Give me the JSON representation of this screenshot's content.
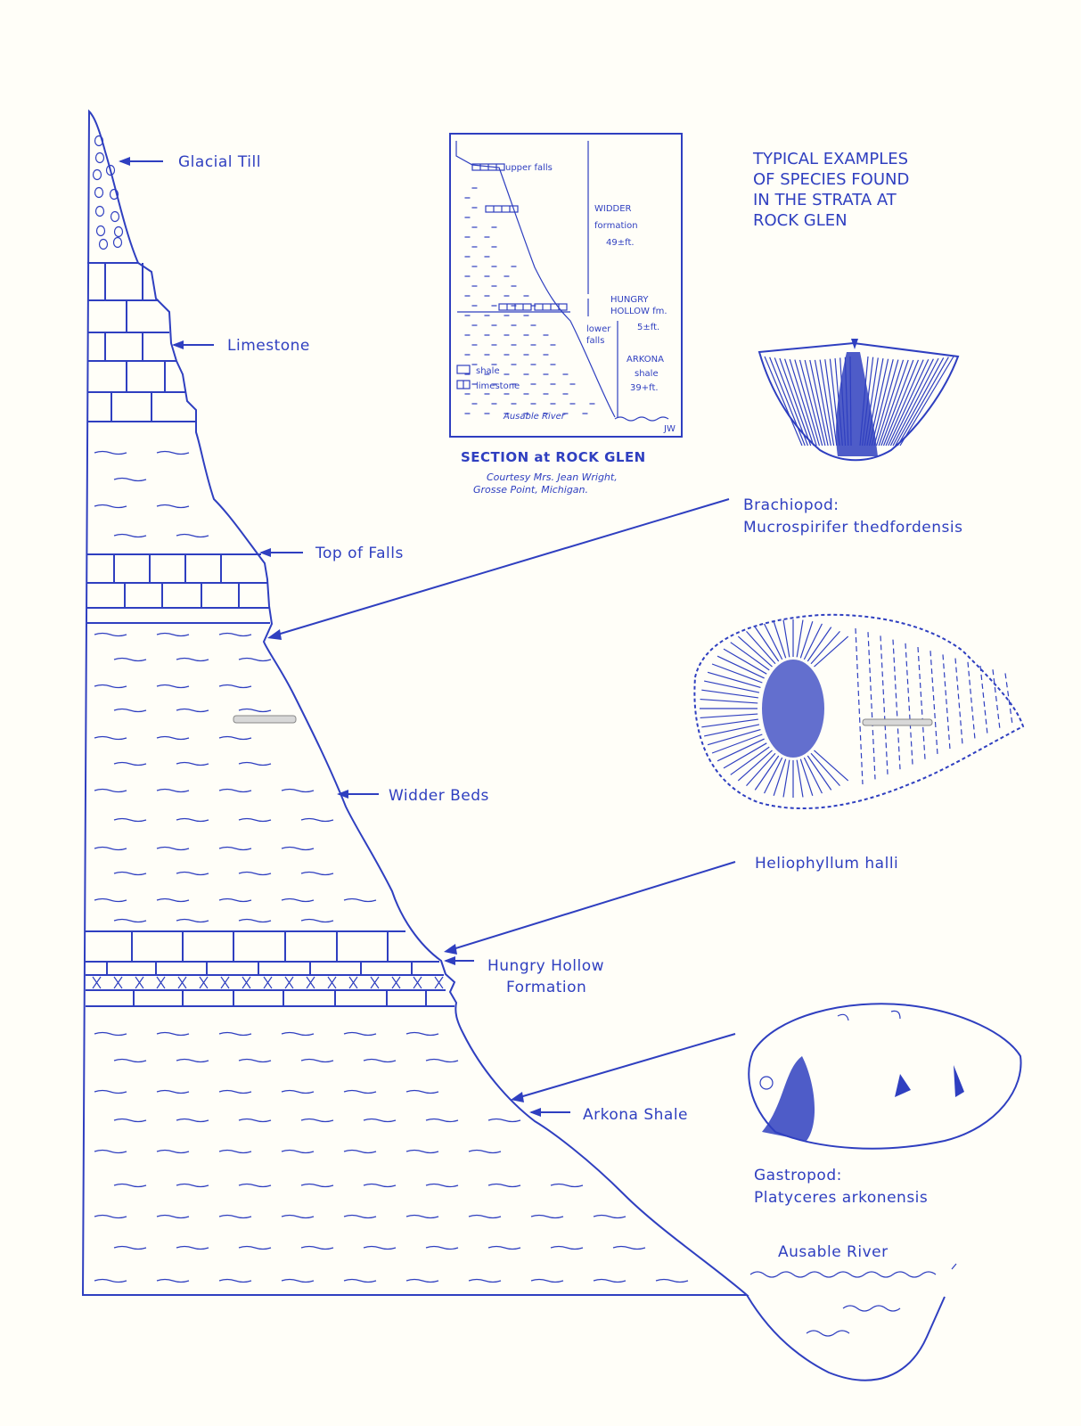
{
  "layers": {
    "glacial_till": "Glacial Till",
    "limestone": "Limestone",
    "top_of_falls": "Top of Falls",
    "widder_beds": "Widder Beds",
    "hungry_hollow_1": "Hungry Hollow",
    "hungry_hollow_2": "Formation",
    "arkona_shale": "Arkona Shale",
    "ausable_river": "Ausable River"
  },
  "inset": {
    "upper_falls": "upper falls",
    "widder_1": "WIDDER",
    "widder_2": "formation",
    "widder_3": "49±ft.",
    "hungry_1": "HUNGRY",
    "hungry_2": "HOLLOW fm.",
    "hungry_3": "5±ft.",
    "lower_1": "lower",
    "lower_2": "falls",
    "arkona_1": "ARKONA",
    "arkona_2": "shale",
    "arkona_3": "39+ft.",
    "legend_shale": "shale",
    "legend_limestone": "limestone",
    "river": "Ausable River",
    "initials": "JW",
    "caption": "SECTION at ROCK GLEN",
    "credit_1": "Courtesy Mrs. Jean Wright,",
    "credit_2": "Grosse Point, Michigan."
  },
  "species_heading": [
    "TYPICAL EXAMPLES",
    "OF SPECIES FOUND",
    "IN THE STRATA AT",
    "ROCK GLEN"
  ],
  "species": {
    "brachiopod_1": "Brachiopod:",
    "brachiopod_2": "Mucrospirifer thedfordensis",
    "coral": "Heliophyllum halli",
    "gastropod_1": "Gastropod:",
    "gastropod_2": "Platyceres arkonensis"
  },
  "colors": {
    "ink": "#2f3fc0",
    "paper": "#fffef8"
  }
}
